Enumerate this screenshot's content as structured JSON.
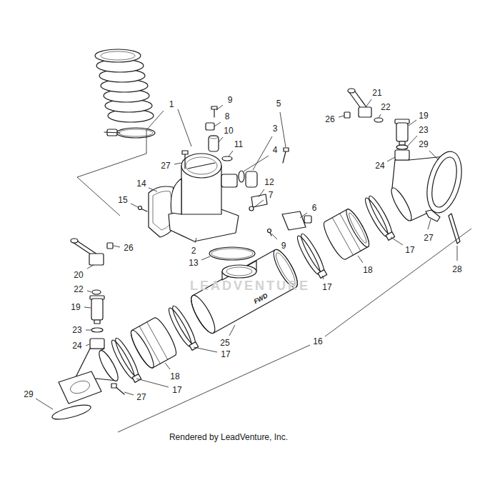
{
  "diagram": {
    "labels": [
      "1",
      "9",
      "8",
      "10",
      "11",
      "5",
      "3",
      "4",
      "27",
      "14",
      "15",
      "12",
      "7",
      "6",
      "2",
      "13",
      "9",
      "21",
      "22",
      "26",
      "19",
      "23",
      "29",
      "24",
      "27",
      "28",
      "18",
      "17",
      "17",
      "26",
      "20",
      "22",
      "19",
      "23",
      "24",
      "25",
      "17",
      "18",
      "17",
      "27",
      "29",
      "16",
      "FWD",
      "LEADVENTURE",
      "Rendered by LeadVenture, Inc."
    ]
  }
}
